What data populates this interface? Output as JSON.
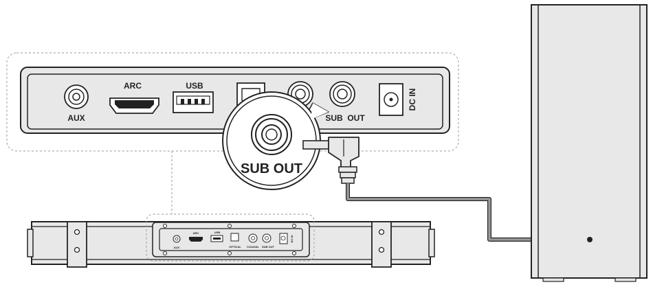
{
  "ports": {
    "aux": "AUX",
    "arc": "ARC",
    "usb": "USB",
    "sub_out": "SUB  OUT",
    "dc_in": "DC IN"
  },
  "callout": {
    "label": "SUB OUT"
  },
  "mini_ports": {
    "aux": "AUX",
    "arc": "ARC",
    "usb": "USB",
    "optical": "OPTICAL",
    "coaxial": "COAXIAL",
    "sub_out": "SUB OUT",
    "dc_in": "DC IN"
  },
  "colors": {
    "panel": "#e8e8e8",
    "outline": "#222222",
    "cable": "#9a9a9a",
    "dashed": "#9a9a9a"
  }
}
